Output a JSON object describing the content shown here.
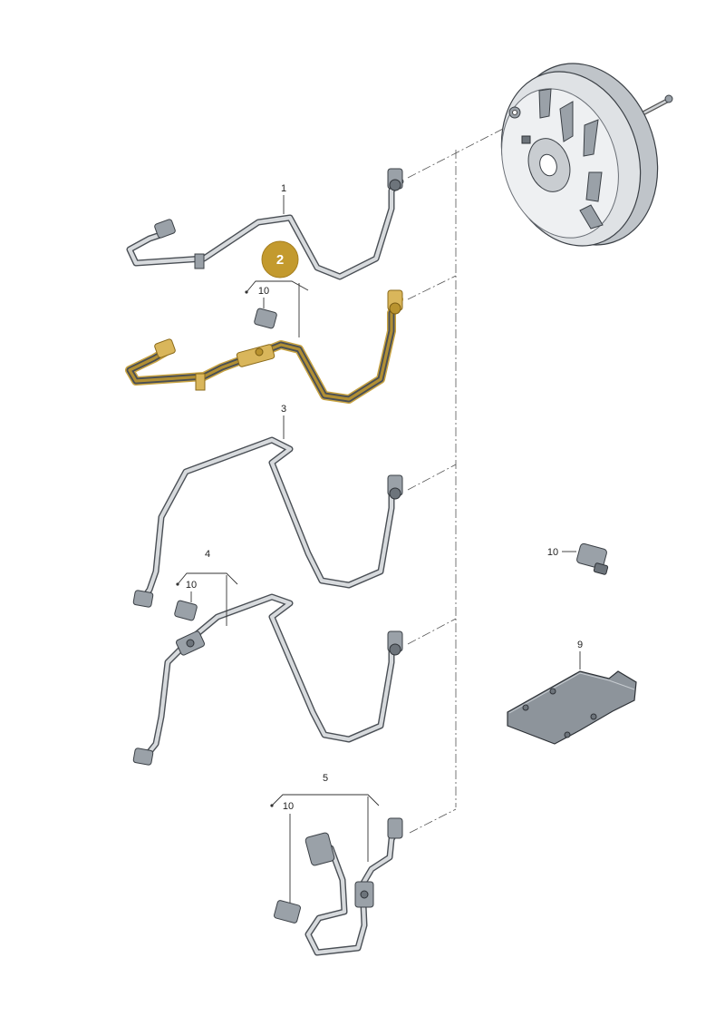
{
  "callout": {
    "label": "2"
  },
  "labels": {
    "p1": "1",
    "p3": "3",
    "p4": "4",
    "p5": "5",
    "p9": "9",
    "p10_a": "10",
    "p10_b": "10",
    "p10_c": "10",
    "p10_d": "10"
  },
  "colors": {
    "highlight": "#c39a2e",
    "hose": "#4a4f55",
    "hose_fill": "#d7dadd",
    "part": "#9aa1a8"
  }
}
